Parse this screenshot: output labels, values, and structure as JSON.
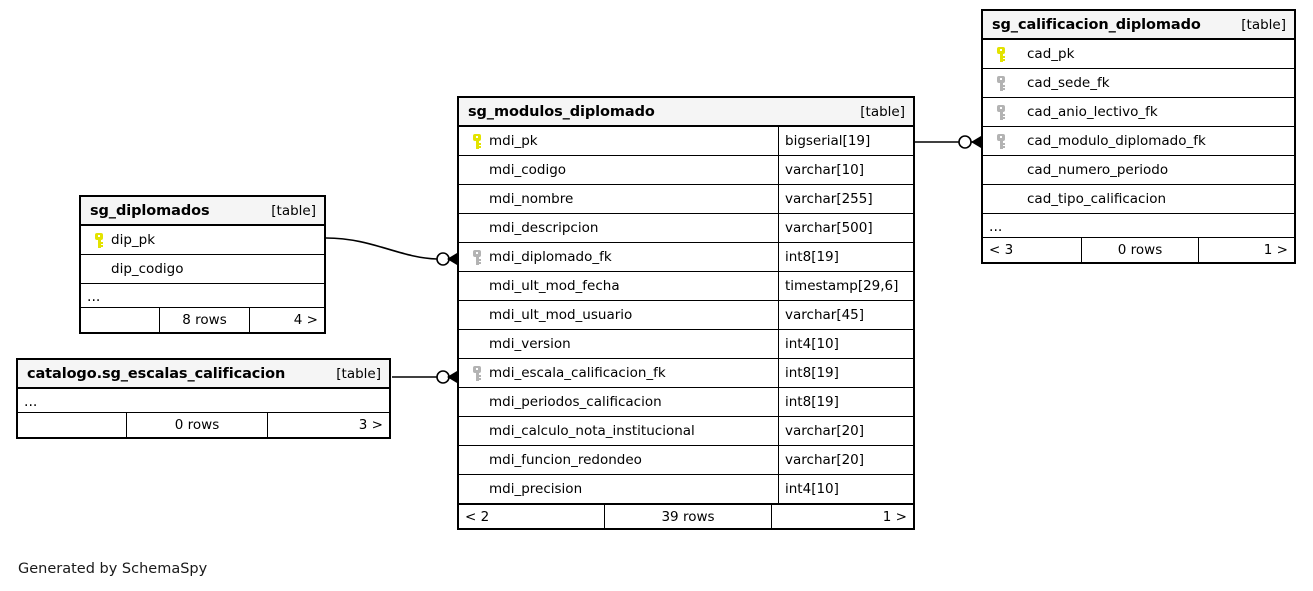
{
  "diagram": {
    "kind": "entity-relationship-diagram",
    "generator_caption": "Generated by SchemaSpy",
    "table_tag": "[table]",
    "ellipsis": "..."
  },
  "tables": {
    "modulos": {
      "name": "sg_modulos_diplomado",
      "tag": "[table]",
      "columns": [
        {
          "key": "pk",
          "name": "mdi_pk",
          "type": "bigserial[19]"
        },
        {
          "key": "",
          "name": "mdi_codigo",
          "type": "varchar[10]"
        },
        {
          "key": "",
          "name": "mdi_nombre",
          "type": "varchar[255]"
        },
        {
          "key": "",
          "name": "mdi_descripcion",
          "type": "varchar[500]"
        },
        {
          "key": "fk",
          "name": "mdi_diplomado_fk",
          "type": "int8[19]"
        },
        {
          "key": "",
          "name": "mdi_ult_mod_fecha",
          "type": "timestamp[29,6]"
        },
        {
          "key": "",
          "name": "mdi_ult_mod_usuario",
          "type": "varchar[45]"
        },
        {
          "key": "",
          "name": "mdi_version",
          "type": "int4[10]"
        },
        {
          "key": "fk",
          "name": "mdi_escala_calificacion_fk",
          "type": "int8[19]"
        },
        {
          "key": "",
          "name": "mdi_periodos_calificacion",
          "type": "int8[19]"
        },
        {
          "key": "",
          "name": "mdi_calculo_nota_institucional",
          "type": "varchar[20]"
        },
        {
          "key": "",
          "name": "mdi_funcion_redondeo",
          "type": "varchar[20]"
        },
        {
          "key": "",
          "name": "mdi_precision",
          "type": "int4[10]"
        }
      ],
      "footer": {
        "prev": "< 2",
        "rows": "39 rows",
        "next": "1 >"
      }
    },
    "calificacion": {
      "name": "sg_calificacion_diplomado",
      "tag": "[table]",
      "columns": [
        {
          "key": "pk",
          "name": "cad_pk",
          "type": ""
        },
        {
          "key": "fk",
          "name": "cad_sede_fk",
          "type": ""
        },
        {
          "key": "fk",
          "name": "cad_anio_lectivo_fk",
          "type": ""
        },
        {
          "key": "fk",
          "name": "cad_modulo_diplomado_fk",
          "type": ""
        },
        {
          "key": "",
          "name": "cad_numero_periodo",
          "type": ""
        },
        {
          "key": "",
          "name": "cad_tipo_calificacion",
          "type": ""
        }
      ],
      "has_ellipsis": true,
      "footer": {
        "prev": "< 3",
        "rows": "0 rows",
        "next": "1 >"
      }
    },
    "diplomados": {
      "name": "sg_diplomados",
      "tag": "[table]",
      "columns": [
        {
          "key": "pk",
          "name": "dip_pk",
          "type": ""
        },
        {
          "key": "",
          "name": "dip_codigo",
          "type": ""
        }
      ],
      "has_ellipsis": true,
      "footer": {
        "prev": "",
        "rows": "8 rows",
        "next": "4 >"
      }
    },
    "escalas": {
      "name": "catalogo.sg_escalas_calificacion",
      "tag": "[table]",
      "columns": [],
      "has_ellipsis": true,
      "footer": {
        "prev": "",
        "rows": "0 rows",
        "next": "3 >"
      }
    }
  },
  "relationships": [
    {
      "id": "rel-diplomados-to-modulos",
      "from": "sg_diplomados.dip_pk",
      "to": "sg_modulos_diplomado.mdi_diplomado_fk",
      "from_cardinality": "one",
      "to_cardinality": "zero-or-many"
    },
    {
      "id": "rel-escalas-to-modulos",
      "from": "catalogo.sg_escalas_calificacion",
      "to": "sg_modulos_diplomado.mdi_escala_calificacion_fk",
      "from_cardinality": "one",
      "to_cardinality": "zero-or-many"
    },
    {
      "id": "rel-modulos-to-calificacion",
      "from": "sg_modulos_diplomado.mdi_pk",
      "to": "sg_calificacion_diplomado.cad_modulo_diplomado_fk",
      "from_cardinality": "one",
      "to_cardinality": "zero-or-many"
    }
  ],
  "colors": {
    "background": "#ffffff",
    "table_border": "#000000",
    "title_background": "#f5f5f5",
    "primary_key": "#e3e300",
    "foreign_key": "#b3b3b3",
    "line": "#000000"
  }
}
